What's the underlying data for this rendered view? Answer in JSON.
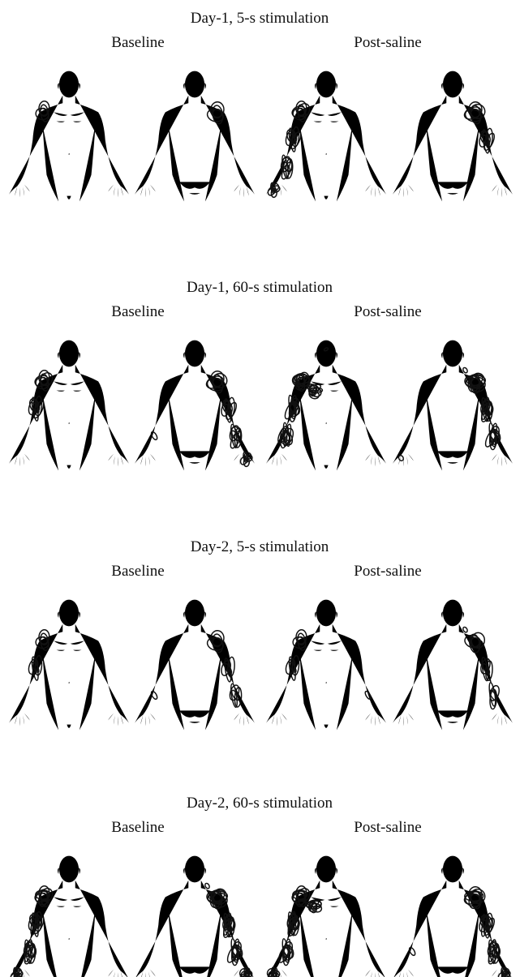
{
  "panels": [
    {
      "title": "Day-1, 5-s stimulation",
      "conditions": [
        {
          "label": "Baseline",
          "pain_region": "right-shoulder",
          "intensity": 1,
          "front_areas": [
            "shoulder"
          ],
          "back_areas": [
            "shoulder"
          ]
        },
        {
          "label": "Post-saline",
          "pain_region": "right-arm-to-hand",
          "intensity": 2,
          "front_areas": [
            "shoulder",
            "upper-arm",
            "forearm",
            "hand"
          ],
          "back_areas": [
            "shoulder",
            "upper-arm"
          ]
        }
      ]
    },
    {
      "title": "Day-1, 60-s stimulation",
      "conditions": [
        {
          "label": "Baseline",
          "pain_region": "right-shoulder-upper-arm",
          "intensity": 2,
          "front_areas": [
            "shoulder",
            "upper-arm"
          ],
          "back_areas": [
            "shoulder",
            "upper-arm",
            "forearm",
            "hand",
            "other-forearm"
          ]
        },
        {
          "label": "Post-saline",
          "pain_region": "right-arm-and-head",
          "intensity": 3,
          "front_areas": [
            "head",
            "shoulder",
            "chest",
            "upper-arm",
            "forearm"
          ],
          "back_areas": [
            "neck",
            "shoulder",
            "upper-arm",
            "forearm",
            "other-hand"
          ]
        }
      ]
    },
    {
      "title": "Day-2, 5-s stimulation",
      "conditions": [
        {
          "label": "Baseline",
          "pain_region": "right-shoulder-upper-arm",
          "intensity": 1,
          "front_areas": [
            "shoulder",
            "upper-arm"
          ],
          "back_areas": [
            "shoulder",
            "upper-arm",
            "forearm",
            "other-forearm"
          ]
        },
        {
          "label": "Post-saline",
          "pain_region": "right-shoulder-upper-arm",
          "intensity": 1,
          "front_areas": [
            "shoulder",
            "upper-arm",
            "other-forearm"
          ],
          "back_areas": [
            "neck",
            "shoulder",
            "upper-arm",
            "forearm"
          ]
        }
      ]
    },
    {
      "title": "Day-2, 60-s stimulation",
      "conditions": [
        {
          "label": "Baseline",
          "pain_region": "right-arm-to-hand",
          "intensity": 3,
          "front_areas": [
            "shoulder",
            "upper-arm",
            "forearm",
            "hand"
          ],
          "back_areas": [
            "neck",
            "shoulder",
            "upper-arm",
            "forearm",
            "hand"
          ]
        },
        {
          "label": "Post-saline",
          "pain_region": "right-arm-to-hand",
          "intensity": 3,
          "front_areas": [
            "shoulder",
            "chest",
            "upper-arm",
            "forearm",
            "hand"
          ],
          "back_areas": [
            "shoulder",
            "upper-arm",
            "forearm",
            "hand",
            "other-forearm"
          ]
        }
      ]
    }
  ],
  "colors": {
    "line": "#111111",
    "background": "#ffffff"
  }
}
